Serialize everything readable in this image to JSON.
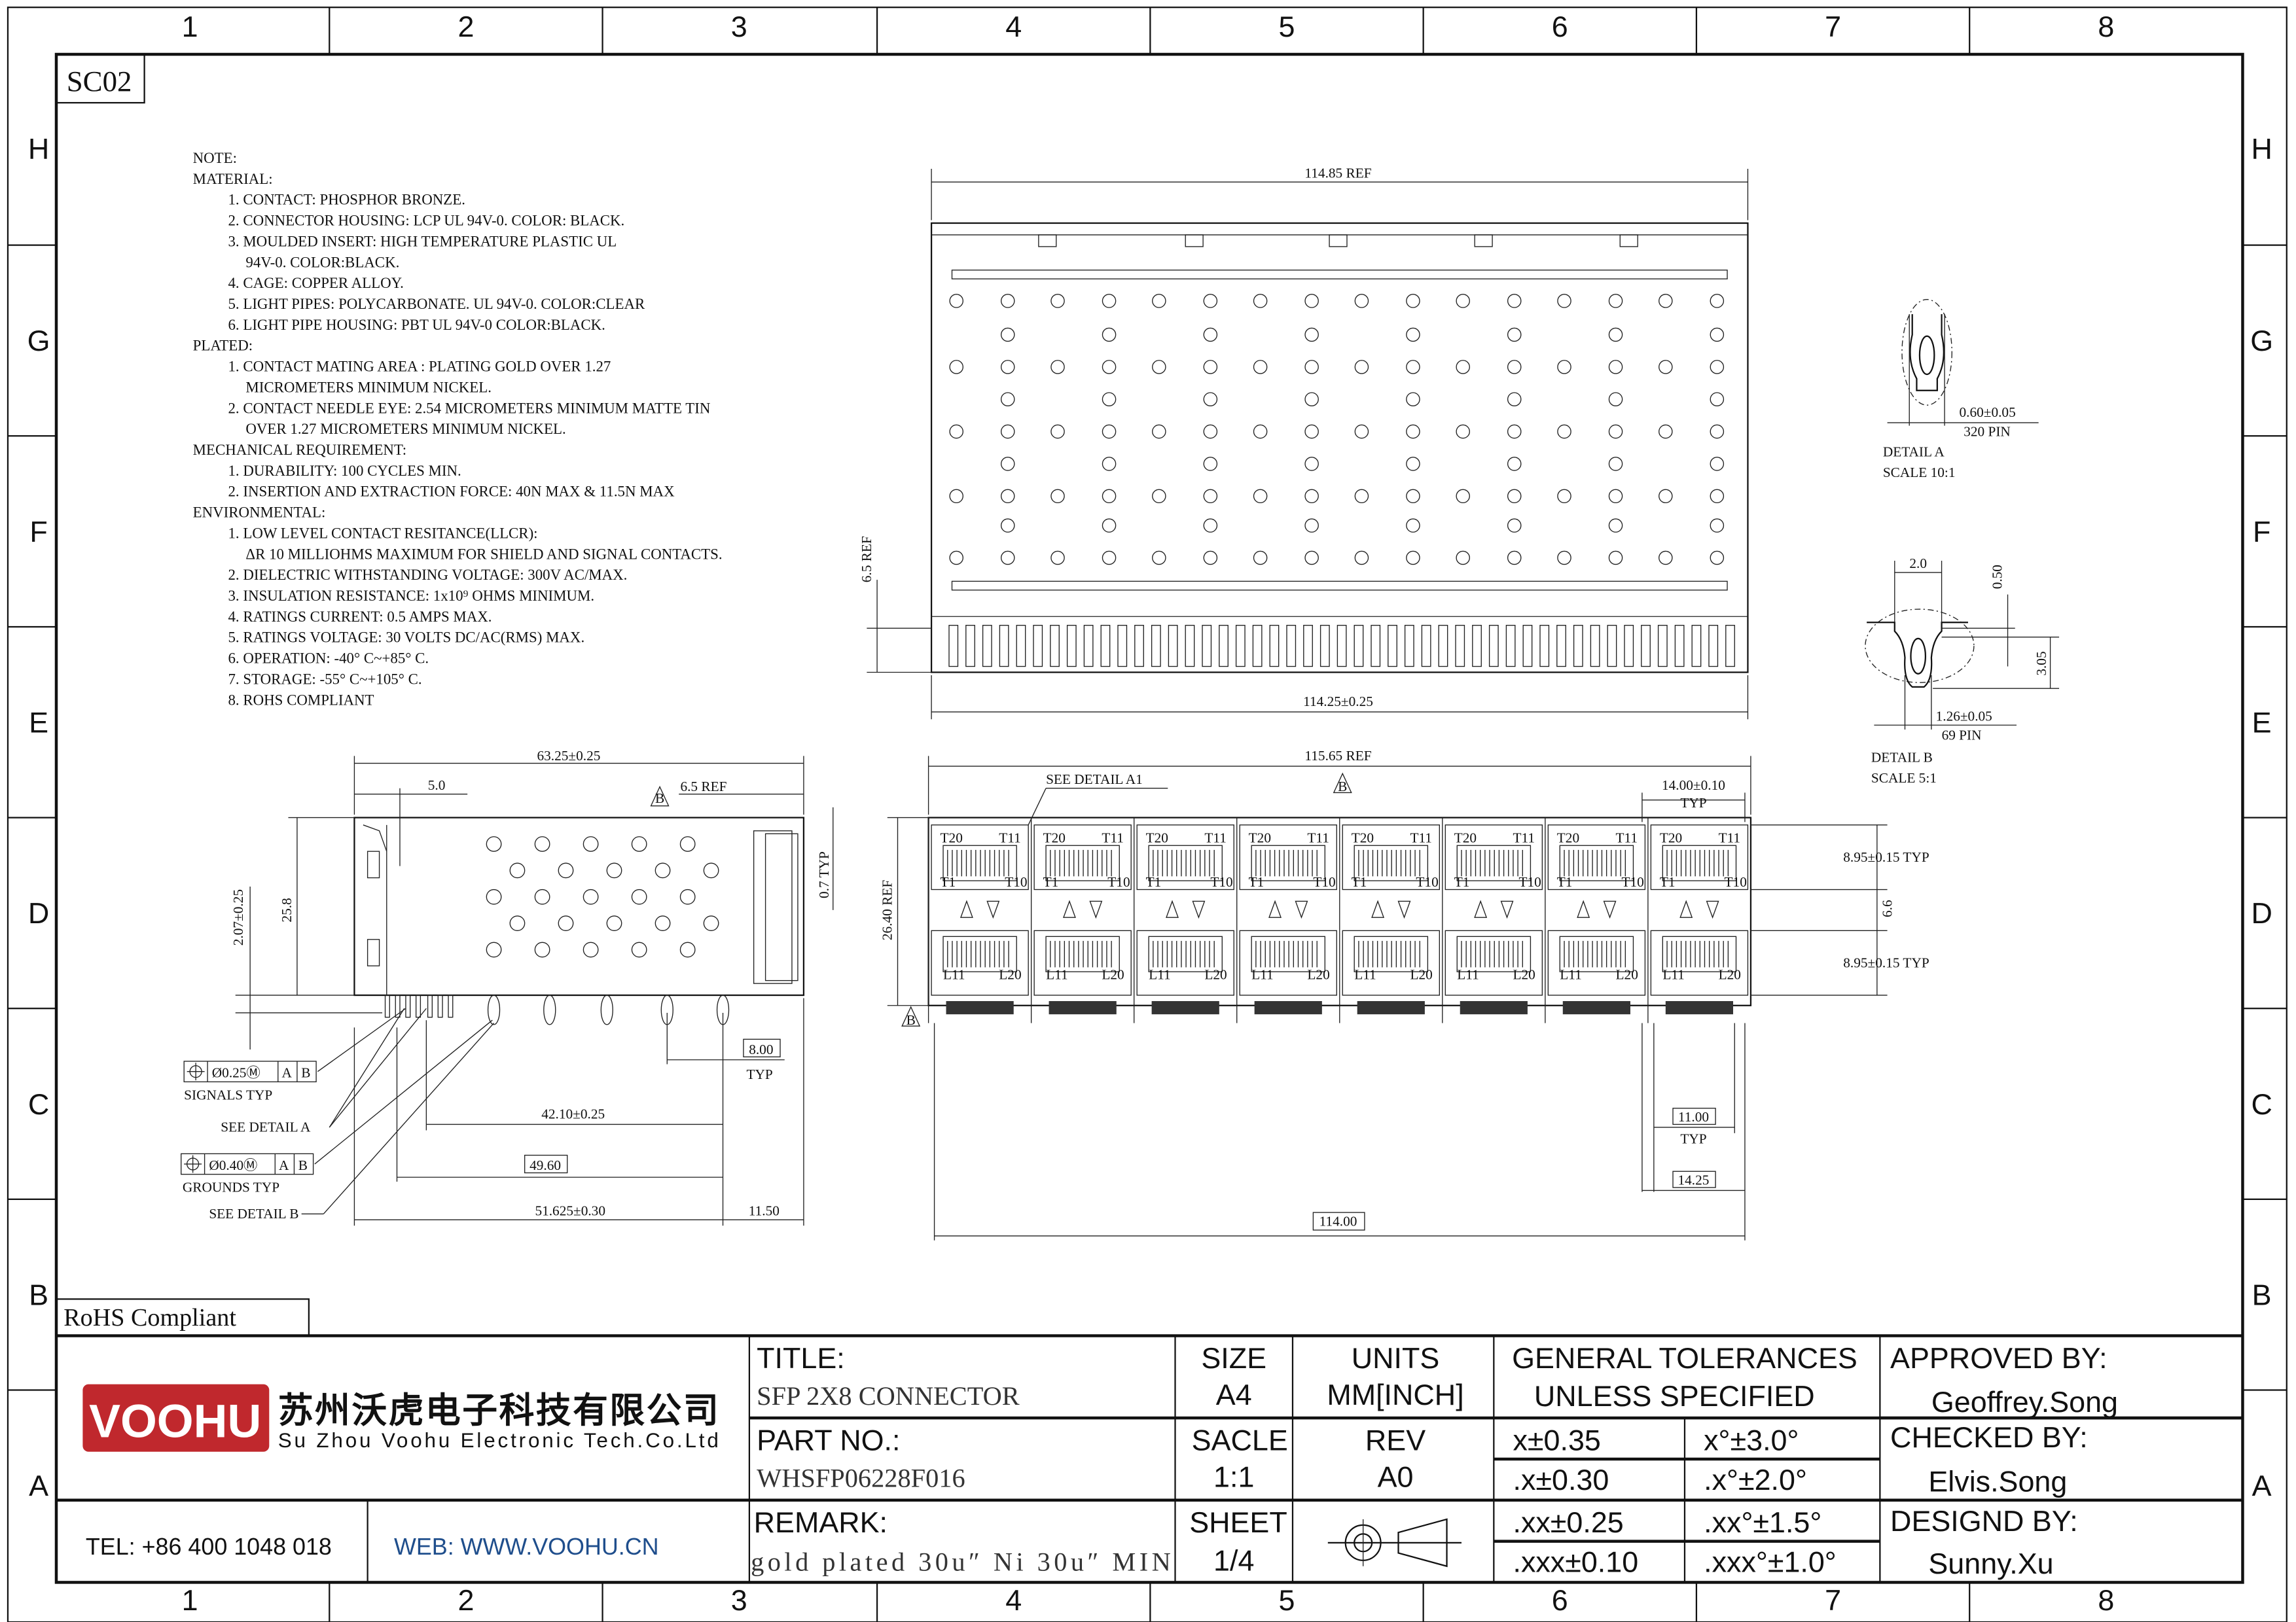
{
  "sheet_id": "SC02",
  "rohs_label": "RoHS Compliant",
  "zone_columns": [
    "1",
    "2",
    "3",
    "4",
    "5",
    "6",
    "7",
    "8"
  ],
  "zone_rows": [
    "H",
    "G",
    "F",
    "E",
    "D",
    "C",
    "B",
    "A"
  ],
  "notes": {
    "title": "NOTE:",
    "sections": [
      {
        "heading": "MATERIAL:",
        "items": [
          [
            "1. CONTACT: PHOSPHOR BRONZE."
          ],
          [
            "2. CONNECTOR HOUSING: LCP UL 94V-0. COLOR: BLACK."
          ],
          [
            "3. MOULDED INSERT: HIGH TEMPERATURE PLASTIC UL",
            "94V-0. COLOR:BLACK."
          ],
          [
            "4. CAGE: COPPER ALLOY."
          ],
          [
            "5. LIGHT PIPES: POLYCARBONATE. UL 94V-0. COLOR:CLEAR"
          ],
          [
            "6. LIGHT PIPE HOUSING: PBT UL 94V-0 COLOR:BLACK."
          ]
        ]
      },
      {
        "heading": "PLATED:",
        "items": [
          [
            "1. CONTACT MATING AREA : PLATING GOLD OVER 1.27",
            "MICROMETERS MINIMUM NICKEL."
          ],
          [
            "2. CONTACT NEEDLE EYE: 2.54 MICROMETERS MINIMUM MATTE TIN",
            " OVER 1.27 MICROMETERS MINIMUM NICKEL."
          ]
        ]
      },
      {
        "heading": "MECHANICAL REQUIREMENT:",
        "items": [
          [
            "1. DURABILITY: 100 CYCLES MIN."
          ],
          [
            "2. INSERTION AND EXTRACTION FORCE: 40N MAX & 11.5N MAX"
          ]
        ]
      },
      {
        "heading": "ENVIRONMENTAL:",
        "items": [
          [
            "1. LOW LEVEL CONTACT RESITANCE(LLCR):",
            "ΔR 10 MILLIOHMS MAXIMUM FOR SHIELD AND SIGNAL CONTACTS."
          ],
          [
            "2. DIELECTRIC WITHSTANDING VOLTAGE: 300V AC/MAX."
          ],
          [
            "3. INSULATION RESISTANCE: 1x10⁹ OHMS MINIMUM."
          ],
          [
            "4. RATINGS CURRENT: 0.5 AMPS MAX."
          ],
          [
            "5. RATINGS VOLTAGE: 30 VOLTS DC/AC(RMS) MAX."
          ],
          [
            "6. OPERATION: -40° C~+85° C."
          ],
          [
            "7. STORAGE:   -55° C~+105° C."
          ],
          [
            "8. ROHS COMPLIANT"
          ]
        ]
      }
    ]
  },
  "top_view": {
    "overall_ref": "114.85 REF",
    "pitch_width": "114.25±0.25",
    "height_ref": "6.5 REF"
  },
  "side_view": {
    "length": "63.25±0.25",
    "front_offset": "5.0",
    "datum": "B",
    "rear_ref": "6.5 REF",
    "flange": "0.7 TYP",
    "height": "25.8",
    "pin_offset": "2.07±0.25",
    "signals_fcf": {
      "tolerance": "Ø0.25Ⓜ",
      "datum_a": "A",
      "datum_b": "B",
      "label": "SIGNALS TYP"
    },
    "see_detail_a": "SEE DETAIL A",
    "grounds_fcf": {
      "tolerance": "Ø0.40Ⓜ",
      "datum_a": "A",
      "datum_b": "B",
      "label": "GROUNDS TYP"
    },
    "see_detail_b": "SEE DETAIL B",
    "pin_pitch": "8.00",
    "pin_pitch_typ": "TYP",
    "dim_42": "42.10±0.25",
    "dim_49": "49.60",
    "dim_51": "51.625±0.30",
    "dim_11": "11.50"
  },
  "front_view": {
    "overall_ref": "115.65 REF",
    "see_detail_a1": "SEE DETAIL A1",
    "datum": "B",
    "port_pitch": "14.00±0.10",
    "port_pitch_typ": "TYP",
    "height_ref": "26.40 REF",
    "upper_port": "8.95±0.15 TYP",
    "gap": "6.6",
    "lower_port": "8.95±0.15 TYP",
    "pin_span": "11.00",
    "pin_span_typ": "TYP",
    "port_span": "14.25",
    "overall": "114.00",
    "port_labels": {
      "top_left": "T20",
      "top_right": "T11",
      "mid_left": "T1",
      "mid_right": "T10",
      "bot_left": "L11",
      "bot_right": "L20"
    },
    "port_count": 8
  },
  "detail_a": {
    "dim": "0.60±0.05",
    "pins": "320 PIN",
    "title": "DETAIL A",
    "scale": "SCALE 10:1"
  },
  "detail_b": {
    "width": "2.0",
    "offset": "0.50",
    "depth": "3.05",
    "dim": "1.26±0.05",
    "pins": "69 PIN",
    "title": "DETAIL B",
    "scale": "SCALE 5:1"
  },
  "title_block": {
    "company_logo": "VOOHU",
    "company_cn": "苏州沃虎电子科技有限公司",
    "company_en": "Su Zhou Voohu Electronic Tech.Co.Ltd",
    "tel": "TEL: +86 400 1048 018",
    "web": "WEB: WWW.VOOHU.CN",
    "title_label": "TITLE:",
    "title_value": "SFP 2X8 CONNECTOR",
    "part_label": "PART NO.:",
    "part_value": "WHSFP06228F016",
    "remark_label": "REMARK:",
    "remark_value": "gold plated 30u″ Ni 30u″ MIN",
    "size_label": "SIZE",
    "size_value": "A4",
    "scale_label": "SACLE",
    "scale_value": "1:1",
    "sheet_label": "SHEET",
    "sheet_value": "1/4",
    "units_label": "UNITS",
    "units_value": "MM[INCH]",
    "rev_label": "REV",
    "rev_value": "A0",
    "tol_title_1": "GENERAL TOLERANCES",
    "tol_title_2": "UNLESS SPECIFIED",
    "tolerances": [
      {
        "linear": "x±0.35",
        "angular": "x°±3.0°"
      },
      {
        "linear": ".x±0.30",
        "angular": ".x°±2.0°"
      },
      {
        "linear": ".xx±0.25",
        "angular": ".xx°±1.5°"
      },
      {
        "linear": ".xxx±0.10",
        "angular": ".xxx°±1.0°"
      }
    ],
    "approved_label": "APPROVED BY:",
    "approved_value": "Geoffrey.Song",
    "checked_label": "CHECKED BY:",
    "checked_value": "Elvis.Song",
    "designed_label": "DESIGND BY:",
    "designed_value": "Sunny.Xu"
  },
  "colors": {
    "logo_red": "#c0282d",
    "web_blue": "#1f4e8c"
  }
}
